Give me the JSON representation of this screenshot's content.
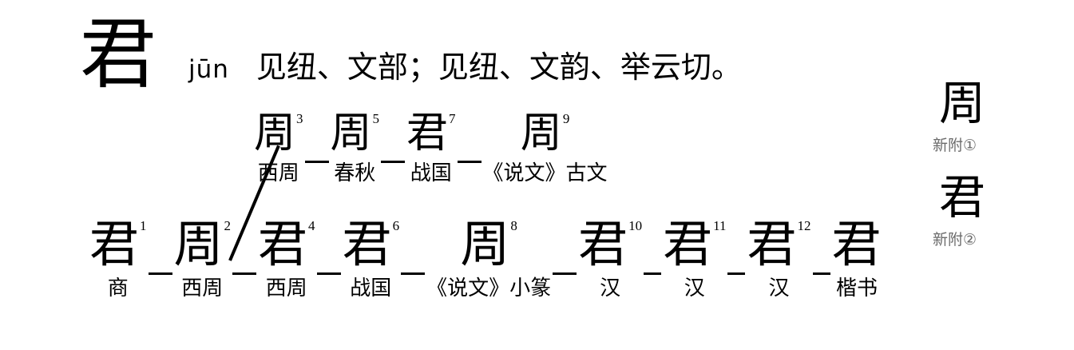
{
  "header": {
    "headword": "君",
    "pinyin": "jūn",
    "gloss": "见纽、文部；见纽、文韵、举云切。"
  },
  "chart_data": {
    "type": "diagram",
    "title": "君 字形演变",
    "upper_branch": [
      {
        "index": "3",
        "glyph": "周",
        "era": "西周"
      },
      {
        "index": "5",
        "glyph": "周",
        "era": "春秋"
      },
      {
        "index": "7",
        "glyph": "君",
        "era": "战国"
      },
      {
        "index": "9",
        "glyph": "周",
        "era": "《说文》古文"
      }
    ],
    "main_row": [
      {
        "index": "1",
        "glyph": "君",
        "era": "商"
      },
      {
        "index": "2",
        "glyph": "周",
        "era": "西周"
      },
      {
        "index": "4",
        "glyph": "君",
        "era": "西周"
      },
      {
        "index": "6",
        "glyph": "君",
        "era": "战国"
      },
      {
        "index": "8",
        "glyph": "周",
        "era": "《说文》小篆"
      },
      {
        "index": "10",
        "glyph": "君",
        "era": "汉"
      },
      {
        "index": "11",
        "glyph": "君",
        "era": "汉"
      },
      {
        "index": "12",
        "glyph": "君",
        "era": "汉"
      },
      {
        "index": "",
        "glyph": "君",
        "era": "楷书"
      }
    ]
  },
  "supplement": [
    {
      "glyph": "周",
      "label": "新附①"
    },
    {
      "glyph": "君",
      "label": "新附②"
    }
  ]
}
